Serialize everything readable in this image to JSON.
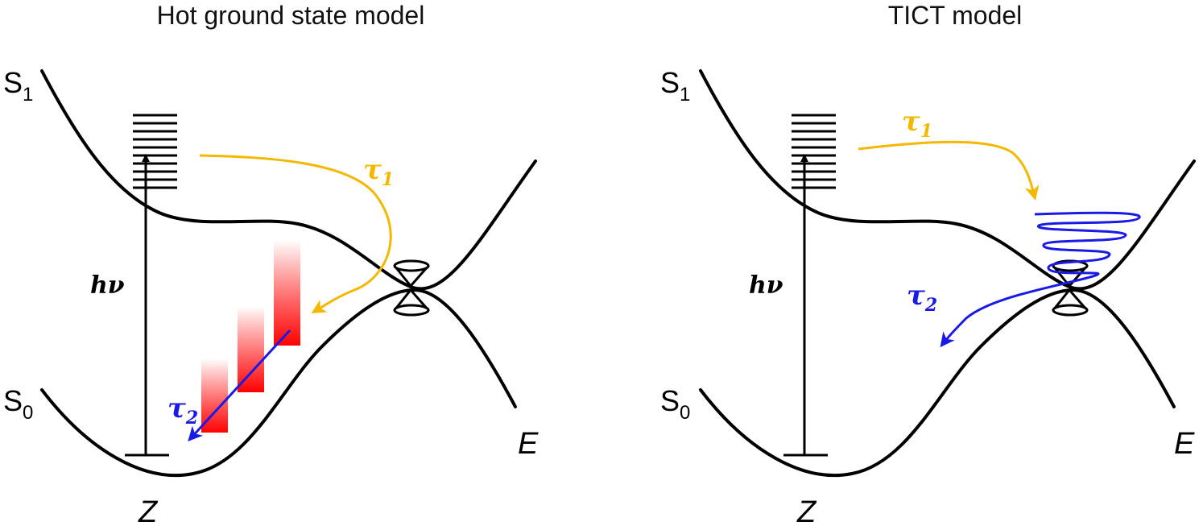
{
  "panels": [
    {
      "title": "Hot ground state model",
      "s1": {
        "base": "S",
        "sub": "1"
      },
      "s0": {
        "base": "S",
        "sub": "0"
      },
      "hv": "hν",
      "tau1": {
        "base": "τ",
        "sub": "1"
      },
      "tau2": {
        "base": "τ",
        "sub": "2"
      },
      "x_axis": "Z",
      "y_axis": "E"
    },
    {
      "title": "TICT model",
      "s1": {
        "base": "S",
        "sub": "1"
      },
      "s0": {
        "base": "S",
        "sub": "0"
      },
      "hv": "hν",
      "tau1": {
        "base": "τ",
        "sub": "1"
      },
      "tau2": {
        "base": "τ",
        "sub": "2"
      },
      "x_axis": "Z",
      "y_axis": "E"
    }
  ],
  "colors": {
    "curves": "#000000",
    "tau1": "#F5B800",
    "tau2": "#1A1AE6",
    "hot_state": "#FF0000"
  }
}
